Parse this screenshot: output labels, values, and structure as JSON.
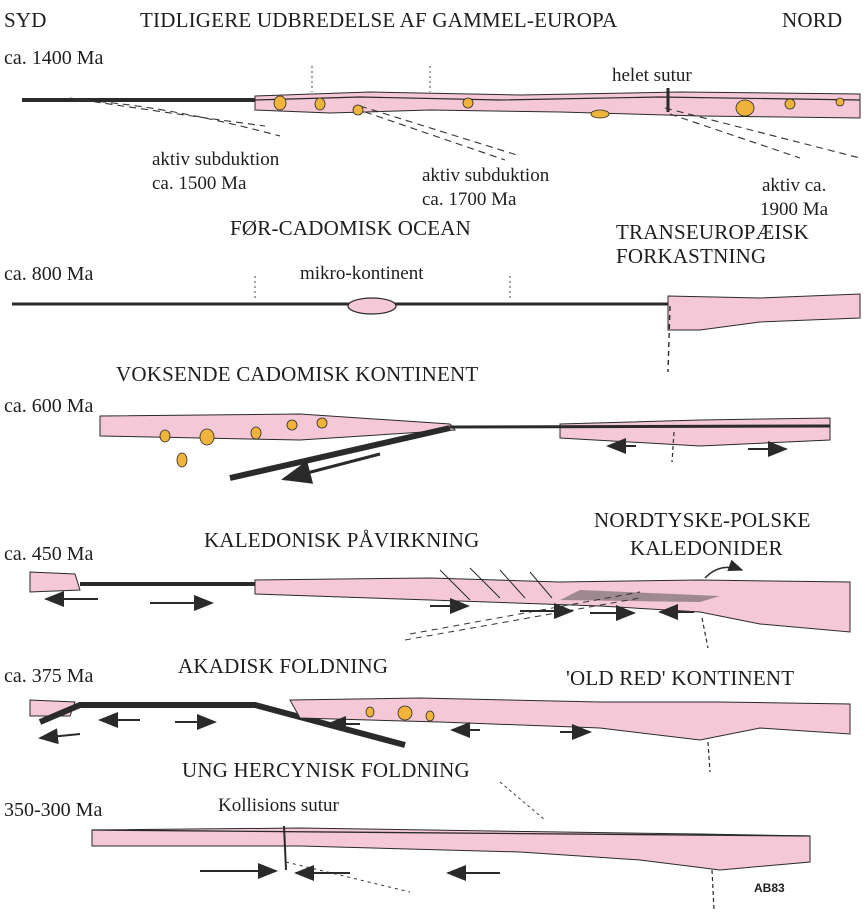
{
  "header": {
    "left": "SYD",
    "title": "TIDLIGERE UDBREDELSE AF GAMMEL-EUROPA",
    "right": "NORD"
  },
  "panels": [
    {
      "age": "ca. 1400 Ma",
      "labels": [
        "helet sutur",
        "aktiv subduktion",
        "ca. 1500 Ma",
        "aktiv subduktion",
        "ca. 1700 Ma",
        "aktiv ca.",
        "1900 Ma"
      ]
    },
    {
      "age": "ca. 800 Ma",
      "labels": [
        "FØR-CADOMISK OCEAN",
        "TRANSEUROPÆISK",
        "FORKASTNING",
        "mikro-kontinent"
      ]
    },
    {
      "age": "ca. 600 Ma",
      "labels": [
        "VOKSENDE CADOMISK KONTINENT"
      ]
    },
    {
      "age": "ca. 450 Ma",
      "labels": [
        "KALEDONISK PÅVIRKNING",
        "NORDTYSKE-POLSKE",
        "KALEDONIDER"
      ]
    },
    {
      "age": "ca. 375 Ma",
      "labels": [
        "AKADISK FOLDNING",
        "'OLD RED' KONTINENT",
        "UNG HERCYNISK FOLDNING"
      ]
    },
    {
      "age": "350-300 Ma",
      "labels": [
        "Kollisions sutur"
      ]
    }
  ],
  "signature": "AB83",
  "colors": {
    "crust": "#f4c8d6",
    "line": "#2a2a2a",
    "magma": "#f0b43c"
  }
}
